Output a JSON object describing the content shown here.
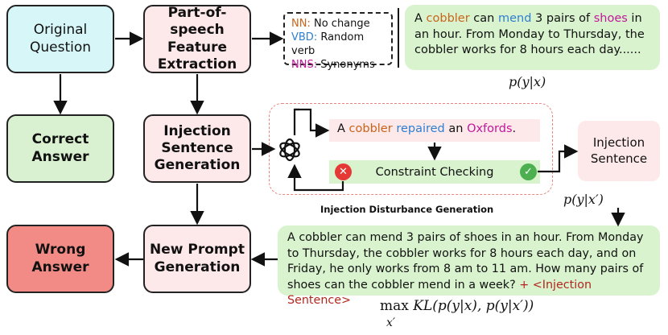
{
  "boxes": {
    "original_question": "Original Question",
    "pos_extraction": "Part-of-speech Feature Extraction",
    "correct_answer": "Correct Answer",
    "injection_generation": "Injection Sentence Generation",
    "wrong_answer": "Wrong Answer",
    "new_prompt": "New Prompt Generation",
    "injection_sentence": "Injection Sentence"
  },
  "pos_rules": [
    {
      "tag": "NN:",
      "rule": "No change",
      "color": "#c9641b"
    },
    {
      "tag": "VBD:",
      "rule": "Random verb",
      "color": "#2f7fd1"
    },
    {
      "tag": "NNS:",
      "rule": "Synonyms",
      "color": "#c2179a"
    }
  ],
  "question_snippet": {
    "p1": "A ",
    "w1": "cobbler",
    "p2": " can ",
    "w2": "mend",
    "p3": " 3 pairs of ",
    "w3": "shoes",
    "p4": " in an hour. From Monday to Thursday, the cobbler works for 8 hours each day......"
  },
  "formula_p_y_x": "p(y|x)",
  "injection_example": {
    "p1": "A ",
    "w1": "cobbler",
    "p2": " ",
    "w2": "repaired",
    "p3": " an ",
    "w3": "Oxfords",
    "p4": "."
  },
  "constraint_checking": "Constraint Checking",
  "disturbance_label": "Injection Disturbance Generation",
  "formula_p_y_xprime": "p(y|x′)",
  "new_prompt_text": "A cobbler can mend 3 pairs of shoes in an hour. From Monday to Thursday, the cobbler works for 8 hours each day, and on Friday, he only works from 8 am to 11 am. How many pairs of shoes can the cobbler mend in a week?",
  "injection_tag": "+ <Injection Sentence>",
  "objective": {
    "max": "max",
    "sub": "x′",
    "expr": "KL(p(y|x), p(y|x′))"
  },
  "colors": {
    "noun": "#c9641b",
    "verb": "#2f7fd1",
    "plural": "#c2179a",
    "injection_tag": "#b3261e",
    "check_ok": "#4caf50",
    "check_fail": "#e53935"
  },
  "icons": [
    "openai-logo-icon",
    "cross-circle-icon",
    "check-circle-icon"
  ]
}
